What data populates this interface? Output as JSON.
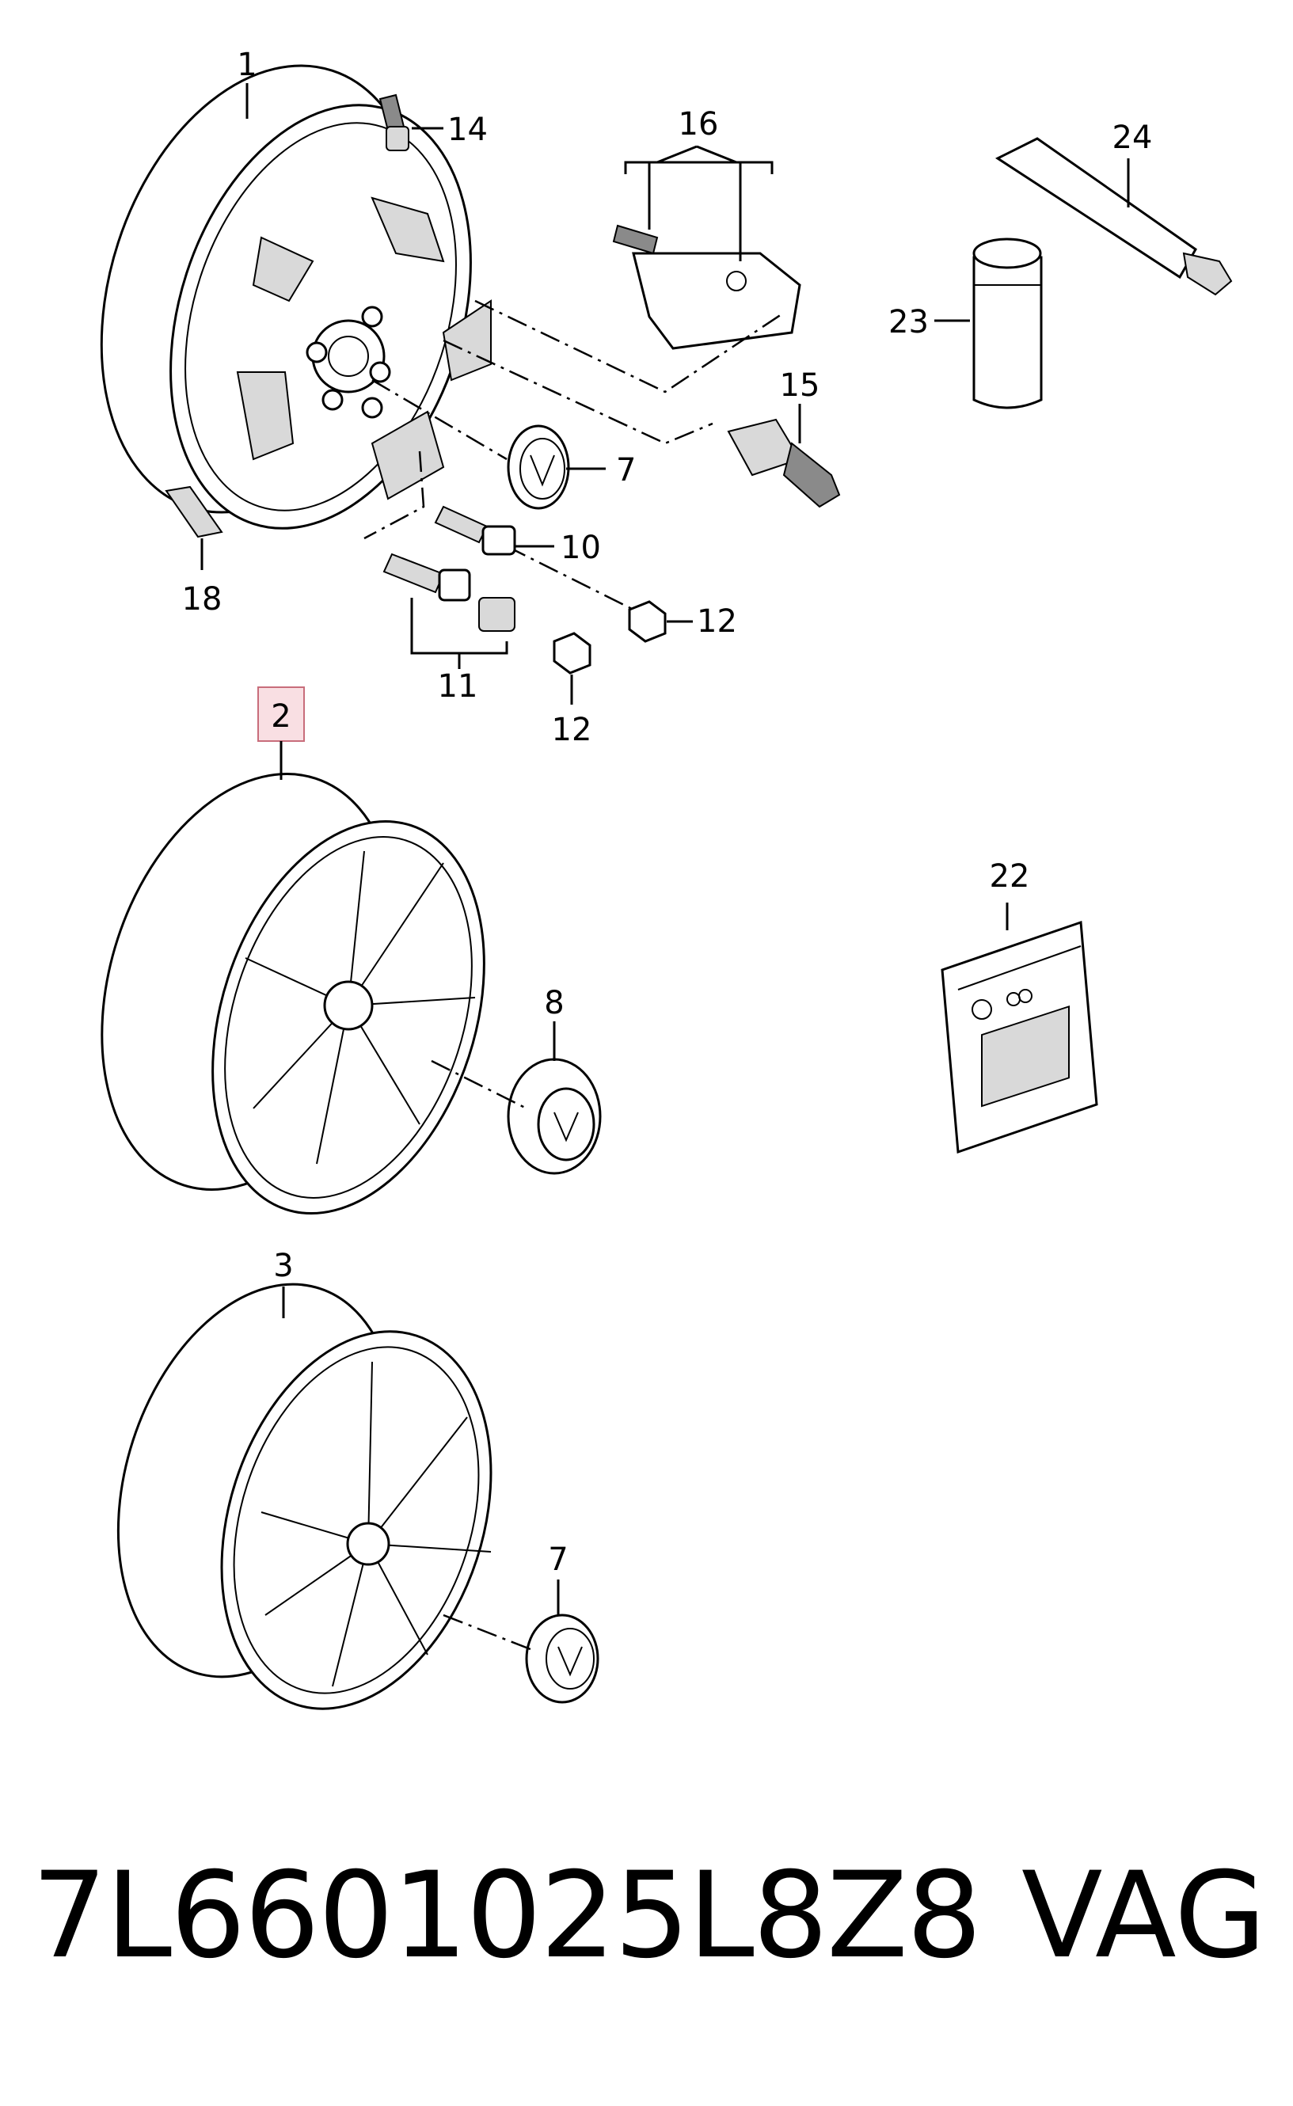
{
  "callouts": {
    "c1": "1",
    "c2": "2",
    "c3": "3",
    "c7a": "7",
    "c7b": "7",
    "c8": "8",
    "c10": "10",
    "c11": "11",
    "c12a": "12",
    "c12b": "12",
    "c14": "14",
    "c15": "15",
    "c16": "16",
    "c18": "18",
    "c22": "22",
    "c23": "23",
    "c24": "24"
  },
  "highlight": {
    "callout": "2",
    "color": "#f9dfe3",
    "border": "#c86d7b"
  },
  "footer": {
    "part_number": "7L6601025L8Z8",
    "brand": "VAG"
  }
}
